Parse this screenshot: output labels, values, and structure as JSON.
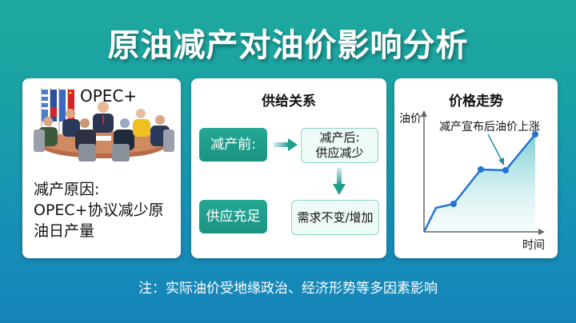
{
  "title": "原油减产对油价影响分析",
  "cards": {
    "reason": {
      "opec_label": "OPEC+",
      "image_alt": "OPEC+ meeting illustration",
      "lines": [
        "减产原因:",
        "OPEC+协议减少原",
        "油日产量"
      ]
    },
    "supply_demand": {
      "title": "供给关系",
      "before_label": "减产前:",
      "after_line1": "减产后:",
      "after_line2": "供应减少",
      "supply_ample": "供应充足",
      "demand": "需求不变/增加"
    },
    "price_trend": {
      "title": "价格走势",
      "y_label": "油价",
      "x_label": "时间",
      "annotation": "减产宣布后油价上涨"
    }
  },
  "note": "注：实际油价受地缘政治、经济形势等多因素影响",
  "colors": {
    "teal": "#1f9e8c",
    "line_blue": "#2574d4",
    "arrow_teal": "#2a9aa8"
  },
  "chart_data": {
    "type": "line",
    "title": "价格走势",
    "xlabel": "时间",
    "ylabel": "油价",
    "x": [
      0,
      1,
      2,
      3,
      4,
      5
    ],
    "values": [
      0,
      30,
      35,
      78,
      77,
      122
    ],
    "markers": [
      false,
      false,
      true,
      true,
      true,
      true
    ],
    "annotation": {
      "text": "减产宣布后油价上涨",
      "points_to_index": 4
    },
    "fill": "area gradient",
    "grid": false
  }
}
